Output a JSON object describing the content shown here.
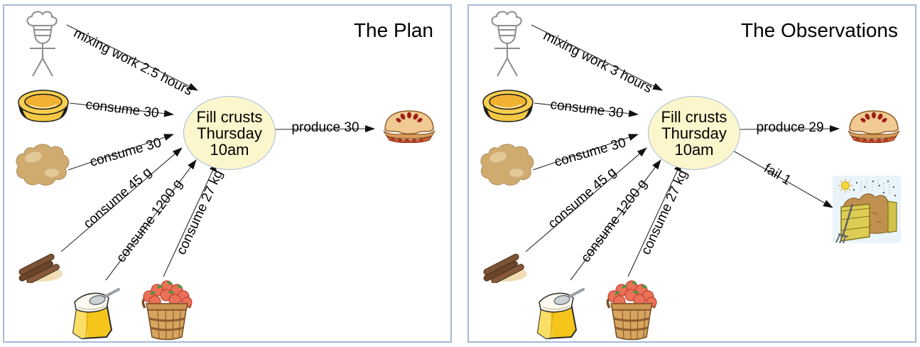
{
  "colors": {
    "panel_border": "#a6b9d8",
    "node_fill": "#fcf6cd",
    "node_border": "#a3bdd8",
    "edge_color": "#2a2a2a"
  },
  "plan": {
    "title": "The Plan",
    "node": {
      "line1": "Fill crusts",
      "line2": "Thursday",
      "line3": "10am"
    },
    "edges": {
      "mixing": "mixing work 2.5 hours",
      "consume_crusts": "consume 30",
      "consume_dough": "consume 30",
      "consume_cinnamon": "consume 45 g",
      "consume_sugar": "consume 1200 g",
      "consume_apples": "consume 27 kg",
      "produce": "produce 30"
    }
  },
  "observations": {
    "title": "The Observations",
    "node": {
      "line1": "Fill crusts",
      "line2": "Thursday",
      "line3": "10am"
    },
    "edges": {
      "mixing": "mixing work 3 hours",
      "consume_crusts": "consume 30",
      "consume_dough": "consume 30",
      "consume_cinnamon": "consume 45 g",
      "consume_sugar": "consume 1200 g",
      "consume_apples": "consume 27 kg",
      "produce": "produce 29",
      "fail": "fail 1"
    }
  },
  "icons": {
    "chef": "chef-stick-figure",
    "crusts": "empty-pie-crust",
    "dough": "dough-ball",
    "cinnamon": "cinnamon-sticks",
    "sugar": "sugar-bag",
    "apples": "apple-basket",
    "pie": "finished-pie",
    "compost": "compost-bin"
  }
}
